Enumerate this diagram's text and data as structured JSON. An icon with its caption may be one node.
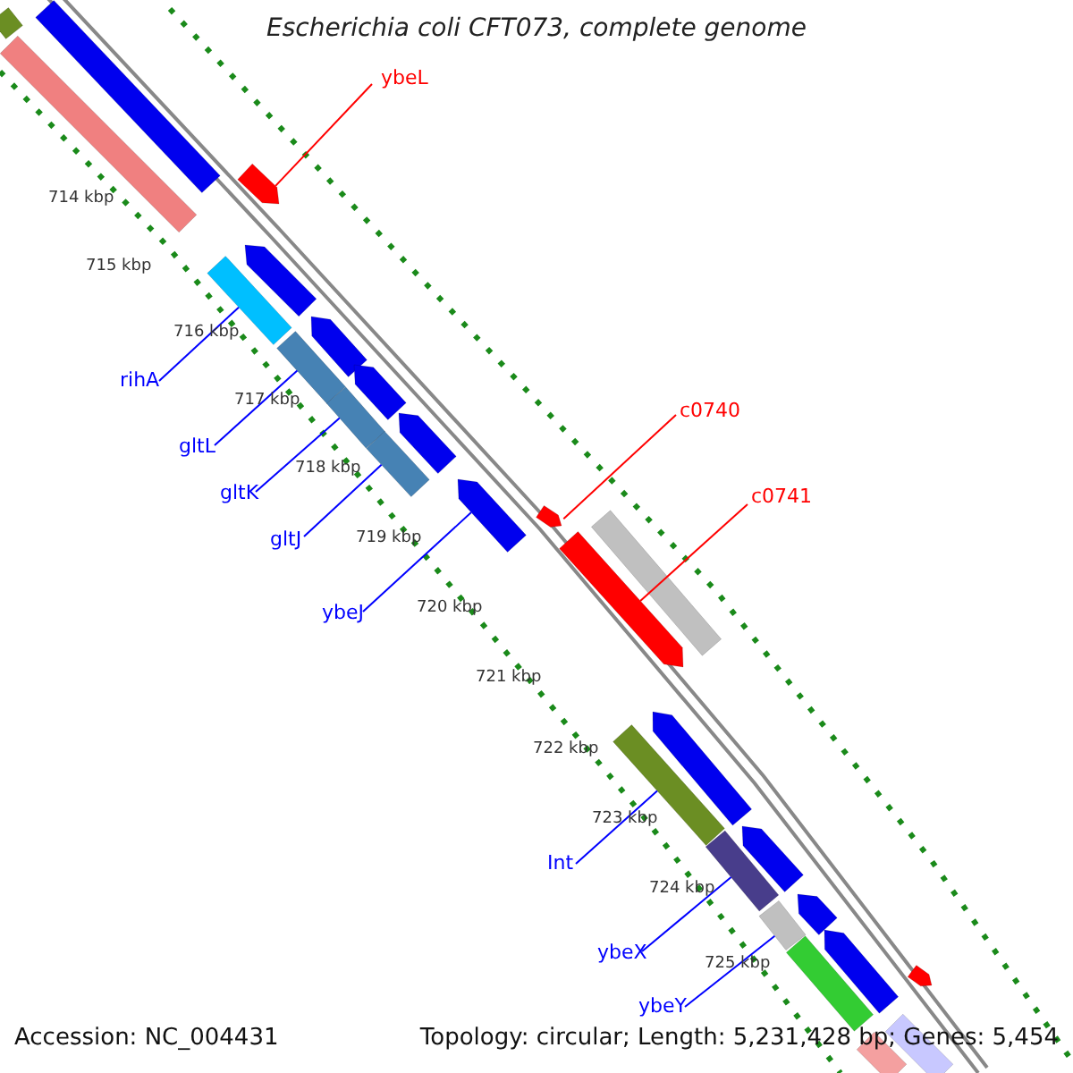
{
  "diagram": {
    "title": "Escherichia coli CFT073, complete genome",
    "nodes": [
      {
        "text": [
          "ybeL"
        ]
      },
      {
        "text": [
          "rihA"
        ]
      },
      {
        "text": [
          "c0740"
        ]
      },
      {
        "text": [
          "gltL"
        ]
      },
      {
        "text": [
          "gltK"
        ]
      },
      {
        "text": [
          "c0741"
        ]
      },
      {
        "text": [
          "gltJ"
        ]
      },
      {
        "text": [
          "ybeJ"
        ]
      },
      {
        "text": [
          "Int"
        ]
      },
      {
        "text": [
          "ybeX"
        ]
      },
      {
        "text": [
          "ybeY"
        ]
      },
      {
        "text": [],
        "shape": "bar"
      },
      {
        "text": [],
        "shape": "bar"
      },
      {
        "text": [],
        "shape": "bar"
      },
      {
        "text": [],
        "shape": "bar"
      },
      {
        "text": [],
        "shape": "bar"
      },
      {
        "text": [],
        "shape": "bar"
      },
      {
        "text": [],
        "shape": "bar"
      },
      {
        "text": [],
        "shape": "bar"
      },
      {
        "text": [],
        "shape": "bar"
      },
      {
        "text": [],
        "shape": "bar"
      },
      {
        "text": [],
        "shape": "bar"
      },
      {
        "text": [],
        "shape": "bar"
      },
      {
        "text": [],
        "shape": "bar"
      },
      {
        "text": [],
        "shape": "bar"
      },
      {
        "text": [],
        "shape": "bar"
      },
      {
        "text": [],
        "shape": "bar"
      },
      {
        "text": [],
        "shape": "bar"
      },
      {
        "text": [],
        "shape": "bar"
      },
      {
        "text": [],
        "shape": "bar"
      },
      {
        "text": [],
        "shape": "bar"
      },
      {
        "text": [],
        "shape": "bar"
      },
      {
        "text": [],
        "shape": "bar"
      },
      {
        "text": [],
        "shape": "bar"
      },
      {
        "text": [],
        "shape": "bar"
      },
      {
        "text": [],
        "shape": "bar"
      },
      {
        "text": [],
        "shape": "bar"
      },
      {
        "text": [],
        "shape": "bar"
      }
    ],
    "edges": [
      {
        "from": 0,
        "to": 14,
        "arrow": "none",
        "color": "#ff0000"
      },
      {
        "from": 1,
        "to": 16,
        "arrow": "none"
      },
      {
        "from": 2,
        "to": 24,
        "arrow": "none",
        "color": "#ff0000"
      },
      {
        "from": 3,
        "to": 18,
        "arrow": "none"
      },
      {
        "from": 4,
        "to": 20,
        "arrow": "none"
      },
      {
        "from": 5,
        "to": 26,
        "arrow": "none",
        "color": "#ff0000"
      },
      {
        "from": 6,
        "to": 22,
        "arrow": "none"
      },
      {
        "from": 7,
        "to": 23,
        "arrow": "none"
      },
      {
        "from": 8,
        "to": 28,
        "arrow": "none"
      },
      {
        "from": 9,
        "to": 30,
        "arrow": "none"
      },
      {
        "from": 10,
        "to": 32,
        "arrow": "none"
      }
    ],
    "labels": [
      "714 kbp",
      "715 kbp",
      "716 kbp",
      "717 kbp",
      "718 kbp",
      "719 kbp",
      "720 kbp",
      "721 kbp",
      "722 kbp",
      "723 kbp",
      "724 kbp",
      "725 kbp",
      "Accession: NC_004431",
      "Topology: circular; Length: 5,231,428 bp; Genes: 5,454"
    ]
  }
}
